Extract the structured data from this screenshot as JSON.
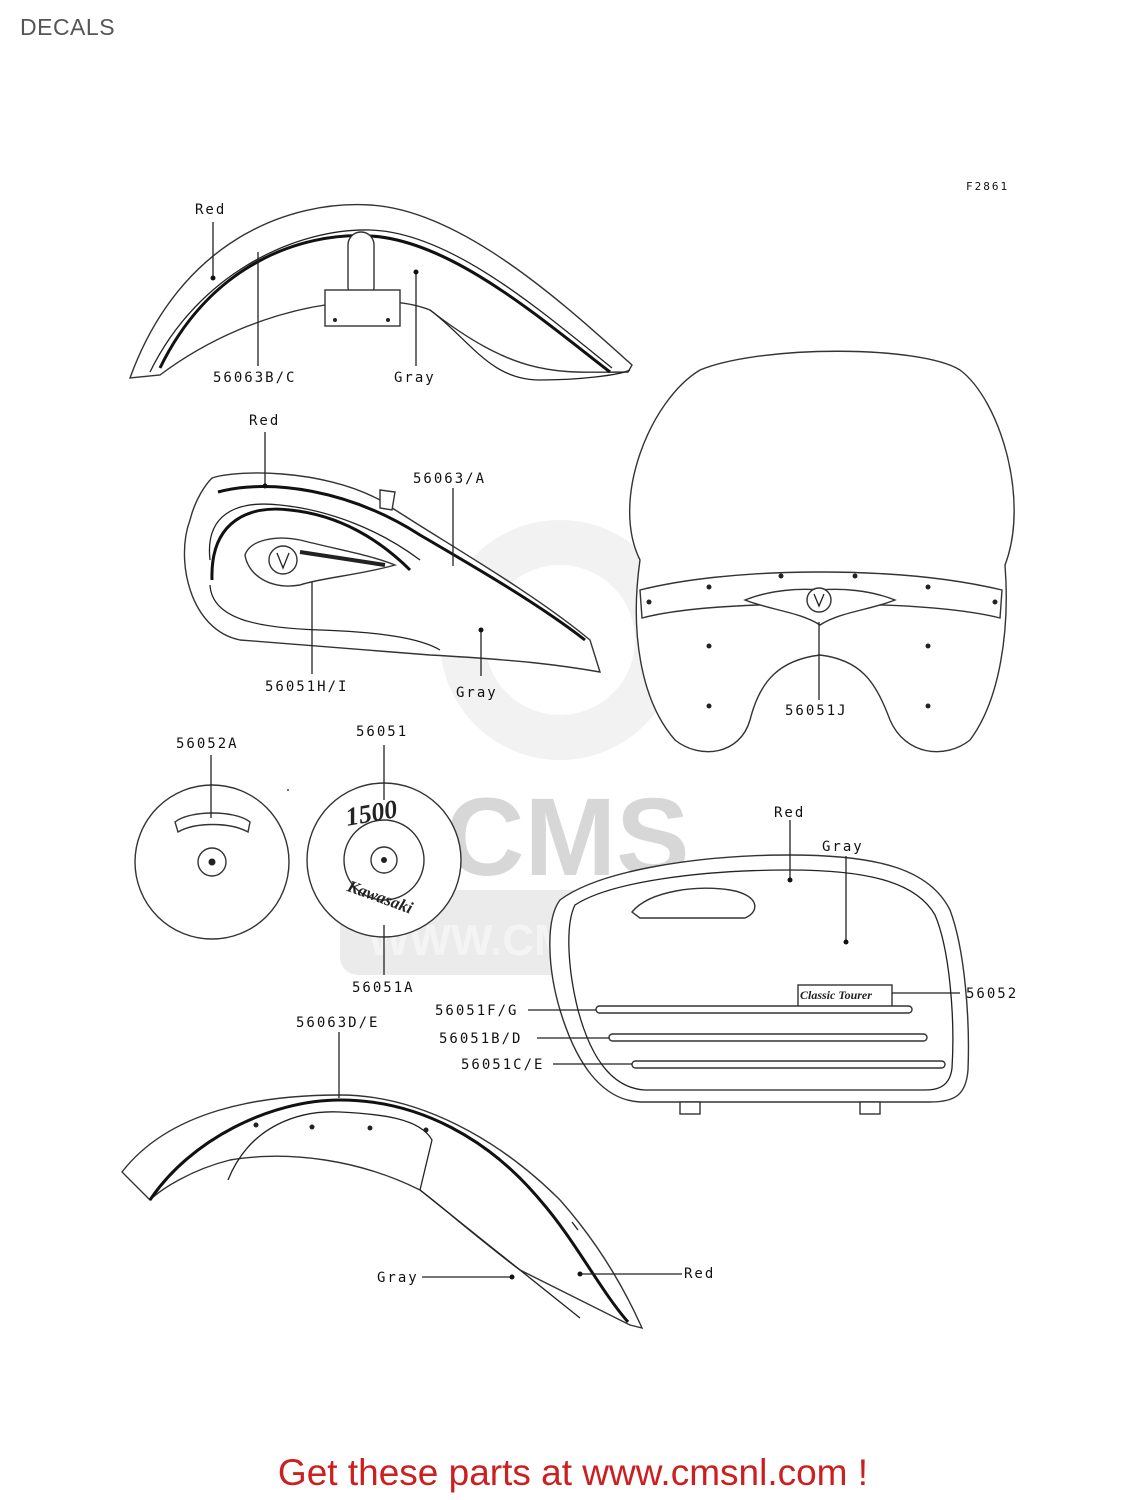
{
  "page": {
    "title": "DECALS"
  },
  "figure_id": "F2861",
  "watermark": {
    "logo_text": "CMS",
    "url_text": "WWW.CMSNL.COM"
  },
  "labels": {
    "rear_fender_red": "Red",
    "rear_fender_part": "56063B/C",
    "rear_fender_gray": "Gray",
    "tank_red": "Red",
    "tank_stripe_part": "56063/A",
    "tank_emblem_part": "56051H/I",
    "tank_gray": "Gray",
    "windshield_emblem_part": "56051J",
    "cover_left_part": "56052A",
    "cover_right_top_part": "56051",
    "cover_right_bottom_part": "56051A",
    "saddlebag_red": "Red",
    "saddlebag_gray": "Gray",
    "saddlebag_badge_part": "56052",
    "saddlebag_stripe1_part": "56051F/G",
    "saddlebag_stripe2_part": "56051B/D",
    "saddlebag_stripe3_part": "56051C/E",
    "front_fender_part": "56063D/E",
    "front_fender_gray": "Gray",
    "front_fender_red": "Red"
  },
  "emblems": {
    "cover_right_number": "1500",
    "cover_right_brand": "Kawasaki",
    "saddlebag_badge": "Classic Tourer"
  },
  "footer": {
    "text": "Get these parts at www.cmsnl.com !",
    "color": "#cc1f1f"
  }
}
